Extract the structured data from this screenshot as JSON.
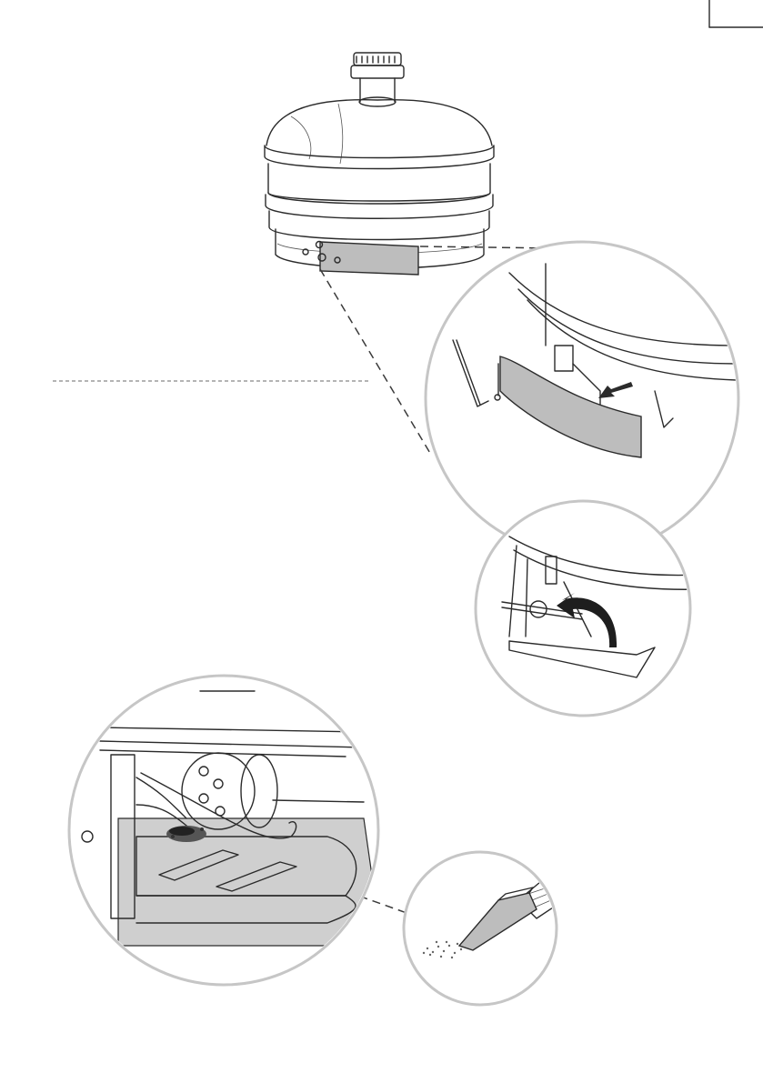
{
  "figure": {
    "panels": [
      {
        "id": "overview",
        "icon": "filter-housing-icon"
      },
      {
        "id": "detail-remove-cover",
        "icon": "cover-removal-icon"
      },
      {
        "id": "detail-release-latch",
        "icon": "latch-release-icon"
      },
      {
        "id": "detail-filter-area",
        "icon": "filter-area-icon"
      },
      {
        "id": "detail-vacuum-nozzle",
        "icon": "vacuum-nozzle-icon"
      }
    ],
    "colors": {
      "line": "#2b2b2b",
      "highlight_part": "#bdbdbd",
      "circle_frame": "#c6c6c6",
      "background": "#ffffff"
    }
  }
}
